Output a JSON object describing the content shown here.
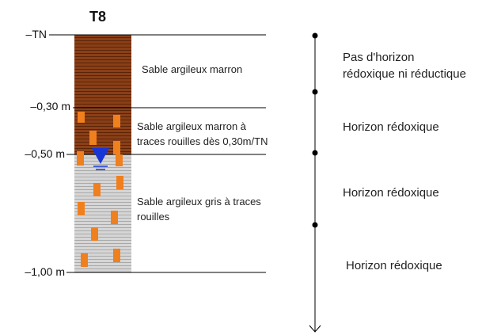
{
  "title": "T8",
  "depths": [
    {
      "label": "–TN"
    },
    {
      "label": "–0,30 m"
    },
    {
      "label": "–0,50 m"
    },
    {
      "label": "–1,00 m"
    }
  ],
  "layers": [
    {
      "description": [
        "Sable argileux marron"
      ],
      "color": "#8a3f17"
    },
    {
      "description": [
        "Sable argileux marron à",
        "traces rouilles dès 0,30m/TN"
      ],
      "color": "#8a3f17"
    },
    {
      "description": [
        "Sable argileux gris à traces",
        "rouilles"
      ],
      "color": "#cfcfcf"
    }
  ],
  "colors": {
    "rust_spot": "#f07f1e",
    "water_table": "#1736d6",
    "grey_stripe": "#a9a9a9",
    "brown_stripe": "#5a2408"
  },
  "horizons": [
    {
      "lines": [
        "Pas d'horizon",
        "rédoxique ni réductique"
      ]
    },
    {
      "lines": [
        "Horizon rédoxique"
      ]
    },
    {
      "lines": [
        "Horizon rédoxique"
      ]
    },
    {
      "lines": [
        "Horizon rédoxique"
      ]
    }
  ]
}
